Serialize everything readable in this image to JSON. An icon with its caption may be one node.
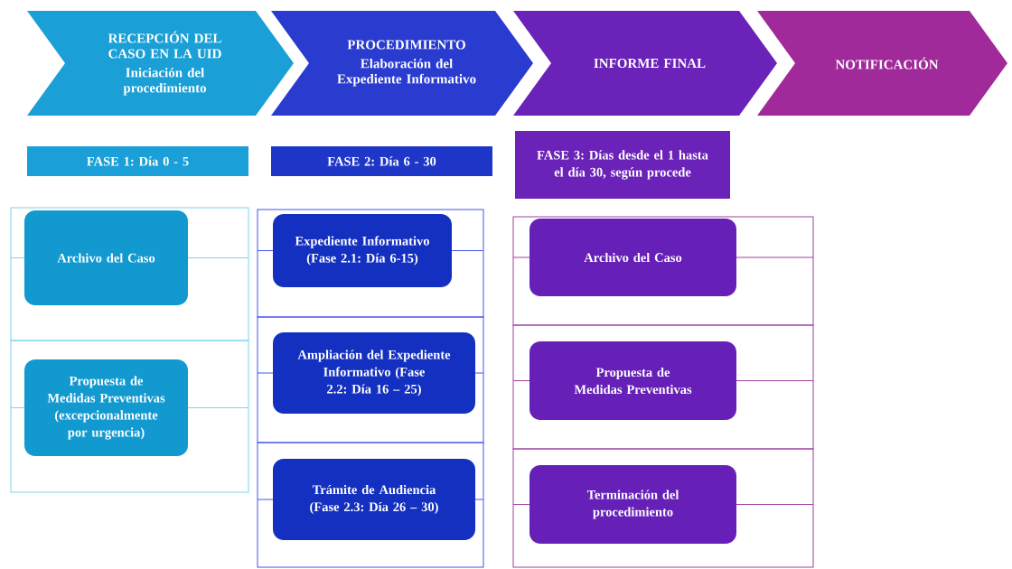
{
  "diagram": {
    "nodes": [
      {
        "text": [
          "RECEPCIÓN DEL CASO EN LA UID",
          "Iniciación del procedimiento"
        ]
      },
      {
        "text": [
          "PROCEDIMIENTO",
          "Elaboración del Expediente Informativo"
        ]
      },
      {
        "text": [
          "INFORME FINAL"
        ]
      },
      {
        "text": [
          "NOTIFICACIÓN"
        ]
      },
      {
        "text": [
          "FASE 1: Día 0 - 5"
        ]
      },
      {
        "text": [
          "FASE 2: Día 6 - 30"
        ]
      },
      {
        "text": [
          "FASE 3: Días desde el 1 hasta el día 30, según procede"
        ]
      },
      {
        "text": [
          "Archivo del Caso"
        ]
      },
      {
        "text": [
          "Propuesta de Medidas Preventivas (excepcionalmente por urgencia)"
        ]
      },
      {
        "text": [
          "Expediente Informativo (Fase 2.1: Día 6-15)"
        ]
      },
      {
        "text": [
          "Ampliación del Expediente Informativo (Fase 2.2: Día 16 – 25)"
        ]
      },
      {
        "text": [
          "Trámite de Audiencia (Fase 2.3: Día 26 – 30)"
        ]
      },
      {
        "text": [
          "Archivo del Caso"
        ]
      },
      {
        "text": [
          "Propuesta de Medidas Preventivas"
        ]
      },
      {
        "text": [
          "Terminación del procedimiento"
        ]
      }
    ]
  }
}
